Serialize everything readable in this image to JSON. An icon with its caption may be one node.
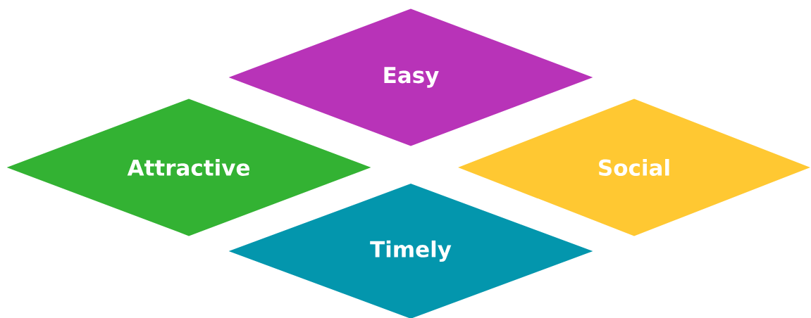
{
  "diagram": {
    "nodes": [
      {
        "text": [
          "Easy"
        ]
      },
      {
        "text": [
          "Attractive"
        ]
      },
      {
        "text": [
          "Social"
        ]
      },
      {
        "text": [
          "Timely"
        ]
      }
    ]
  }
}
